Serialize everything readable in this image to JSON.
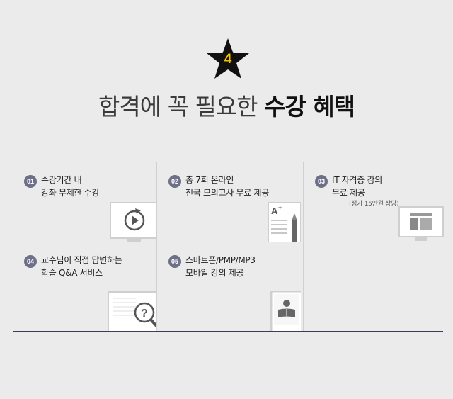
{
  "badge": {
    "number": "4"
  },
  "title": {
    "normal": "합격에 꼭 필요한",
    "strong": "수강 혜택"
  },
  "benefits": [
    {
      "num": "01",
      "line1": "수강기간 내",
      "line2": "강좌 무제한 수강",
      "icon": "replay-monitor-icon"
    },
    {
      "num": "02",
      "line1": "총 7회 온라인",
      "line2": "전국 모의고사 무료 제공",
      "icon": "test-paper-pencil-icon"
    },
    {
      "num": "03",
      "line1": "IT 자격증 강의",
      "line2": "무료 제공",
      "note": "(정가 15만원 상당)",
      "icon": "lecture-monitor-icon"
    },
    {
      "num": "04",
      "line1": "교수님이 직접 답변하는",
      "line2": "학습 Q&A 서비스",
      "icon": "question-magnifier-icon"
    },
    {
      "num": "05",
      "line1": "스마트폰/PMP/MP3",
      "line2": "모바일 강의 제공",
      "icon": "mobile-reader-icon"
    }
  ],
  "colors": {
    "badge_star": "#111111",
    "badge_number": "#f2c200",
    "number_circle": "#6d7088",
    "grid_rule": "#3a3f55"
  }
}
